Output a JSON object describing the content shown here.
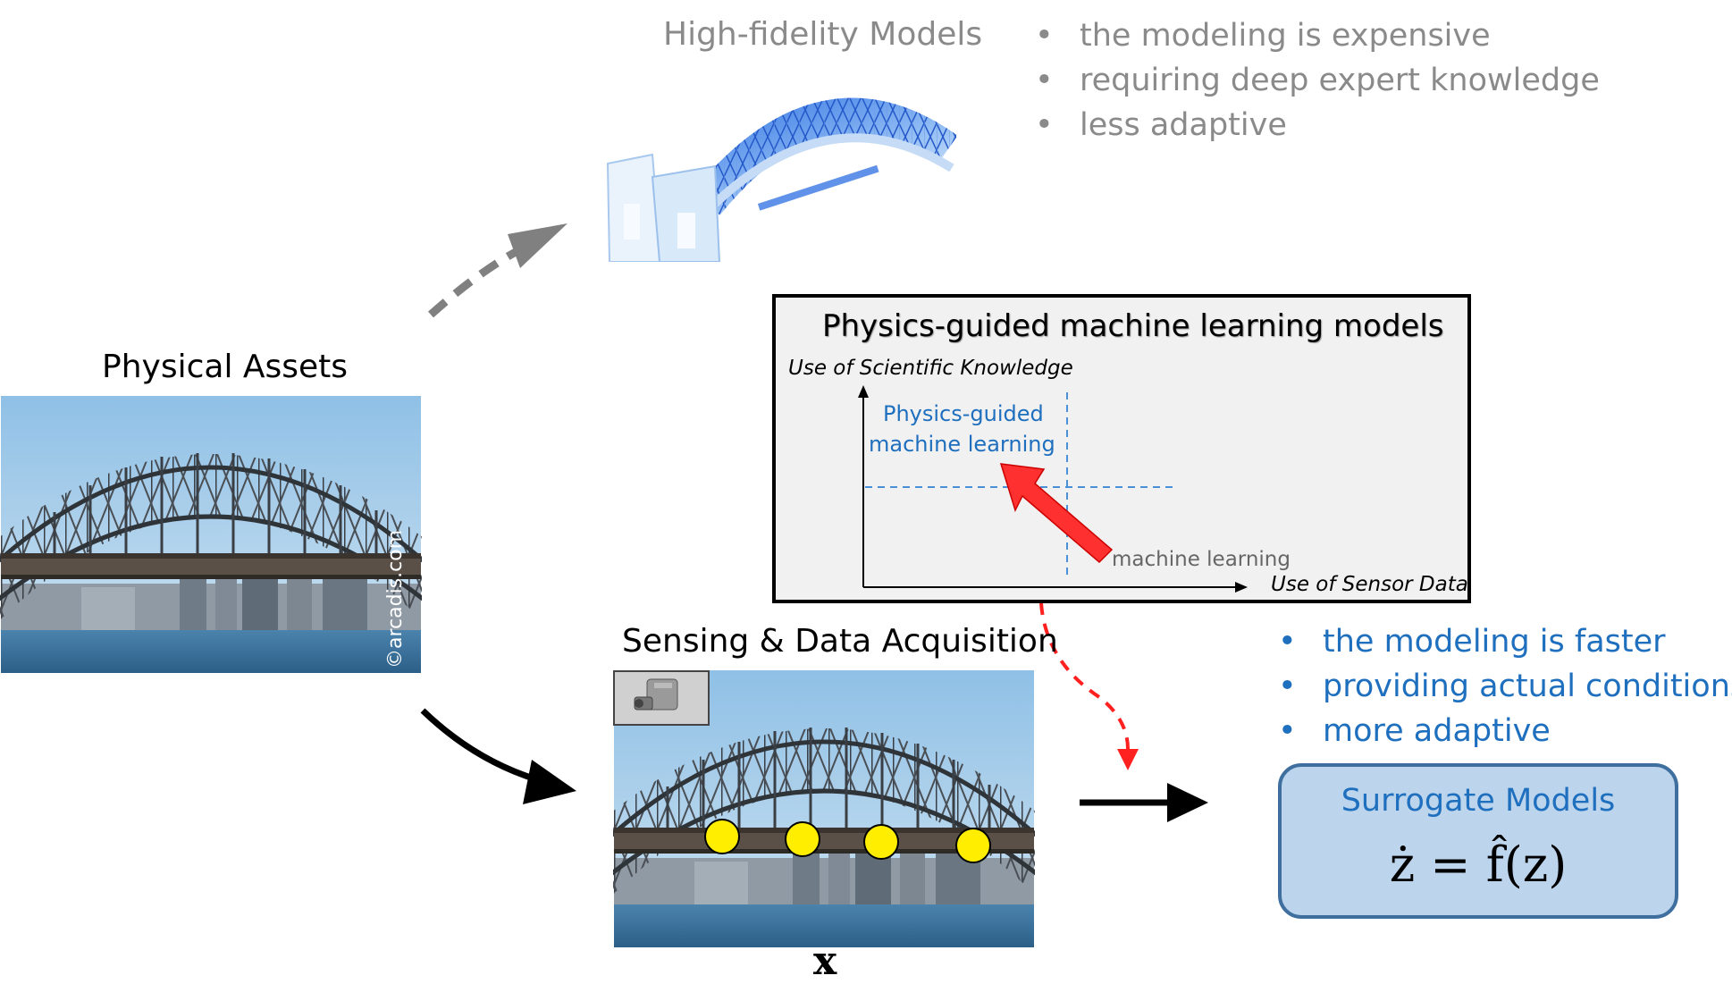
{
  "high_fidelity": {
    "title": "High-fidelity Models",
    "bullets": [
      "the modeling is expensive",
      "requiring deep expert knowledge",
      "less adaptive"
    ],
    "bullet_glyph": "•"
  },
  "physical_assets": {
    "title": "Physical Assets",
    "watermark": "©arcadis.com"
  },
  "pgml": {
    "title": "Physics-guided machine learning models",
    "y_axis_label": "Use of Scientific Knowledge",
    "x_axis_label": "Use of Sensor Data",
    "label_pgml_line1": "Physics-guided",
    "label_pgml_line2": "machine learning",
    "label_ml": "machine learning"
  },
  "sensing": {
    "title": "Sensing & Data Acquisition",
    "variable": "x",
    "sensor_count": 4
  },
  "surrogate": {
    "bullets": [
      "the modeling is faster",
      "providing actual conditions",
      "more adaptive"
    ],
    "bullet_glyph": "•",
    "title": "Surrogate Models",
    "equation": "ż = f̂(z)"
  },
  "colors": {
    "gray_text": "#8a8a8a",
    "blue_text": "#1f6fbf",
    "red_arrow": "#ff3030",
    "sensor_yellow": "#ffee00",
    "surrogate_fill": "#bcd4ec"
  }
}
